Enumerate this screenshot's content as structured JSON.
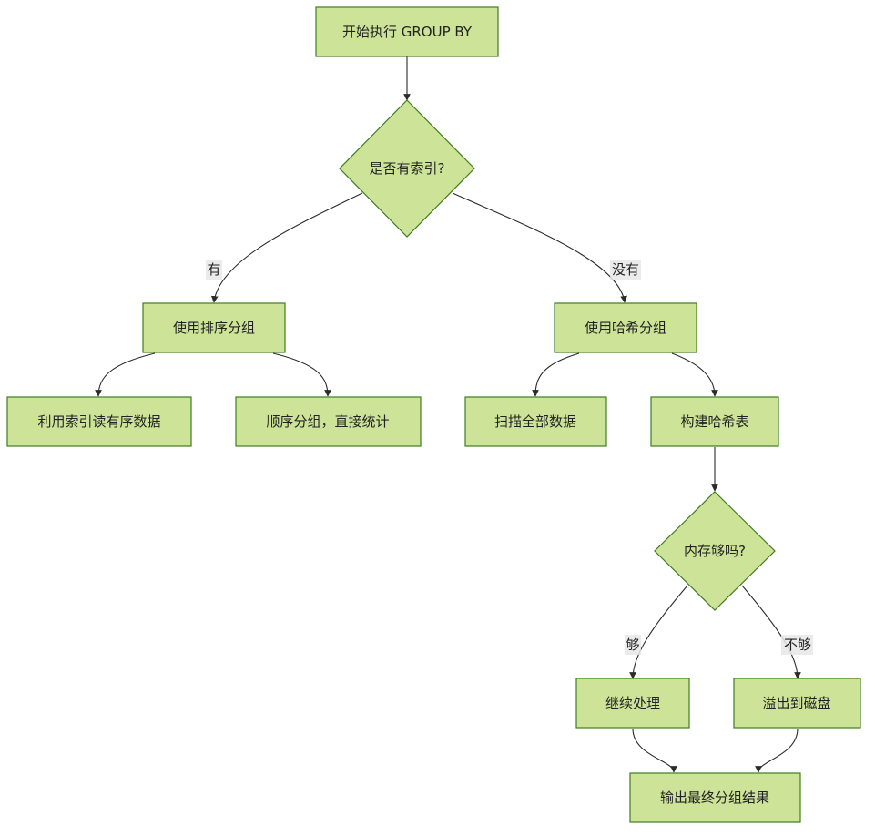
{
  "diagram": {
    "nodes": {
      "start": "开始执行 GROUP BY",
      "has_index": "是否有索引?",
      "use_sort": "使用排序分组",
      "use_hash": "使用哈希分组",
      "read_ordered": "利用索引读有序数据",
      "seq_group": "顺序分组，直接统计",
      "scan_all": "扫描全部数据",
      "build_hash": "构建哈希表",
      "mem_enough": "内存够吗?",
      "continue": "继续处理",
      "spill": "溢出到磁盘",
      "output": "输出最终分组结果"
    },
    "edge_labels": {
      "yes": "有",
      "no": "没有",
      "enough": "够",
      "not_enough": "不够"
    }
  }
}
